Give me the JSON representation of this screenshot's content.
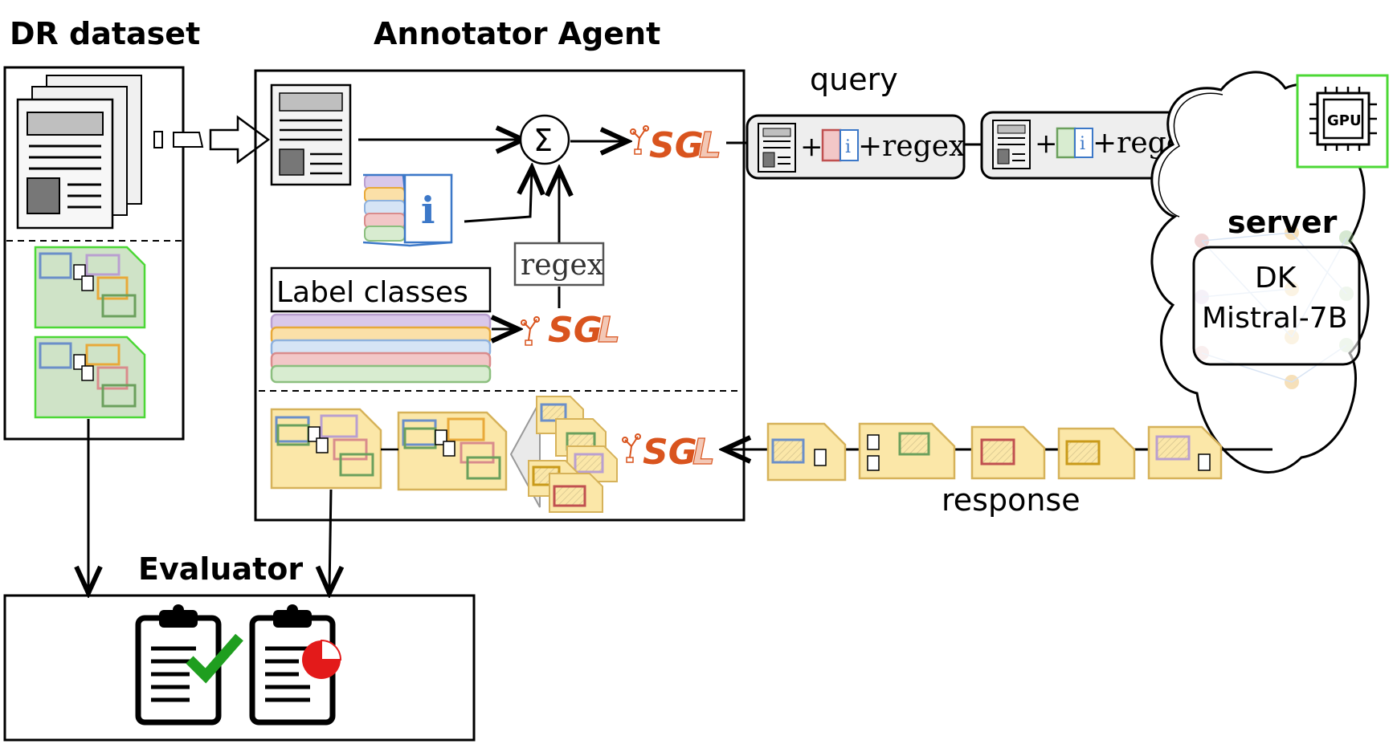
{
  "titles": {
    "dataset": "DR dataset",
    "agent": "Annotator Agent",
    "evaluator": "Evaluator"
  },
  "labels": {
    "query": "query",
    "response": "response",
    "server": "server",
    "regex": "regex",
    "label_classes": "Label classes",
    "plus_regex": "+regex",
    "plus": "+",
    "sum": "Σ",
    "info": "i",
    "gpu": "GPU"
  },
  "model": {
    "line1": "DK",
    "line2": "Mistral-7B"
  },
  "sgl": {
    "prefix": "SG",
    "suffix": "L"
  },
  "colors": {
    "purple": "#b99fd0",
    "orange": "#e8a93a",
    "blue": "#8fb2de",
    "red": "#d98c8c",
    "green": "#8cbf7f",
    "doc_yellow": "#fbe7a8",
    "doc_yellow_stroke": "#d6b25a",
    "doc_green": "#cfe3c7",
    "gpu_green": "#4cd836",
    "sgl_orange": "#d9541e",
    "check_green": "#1f9e1f",
    "pie_red": "#e31a1a"
  }
}
